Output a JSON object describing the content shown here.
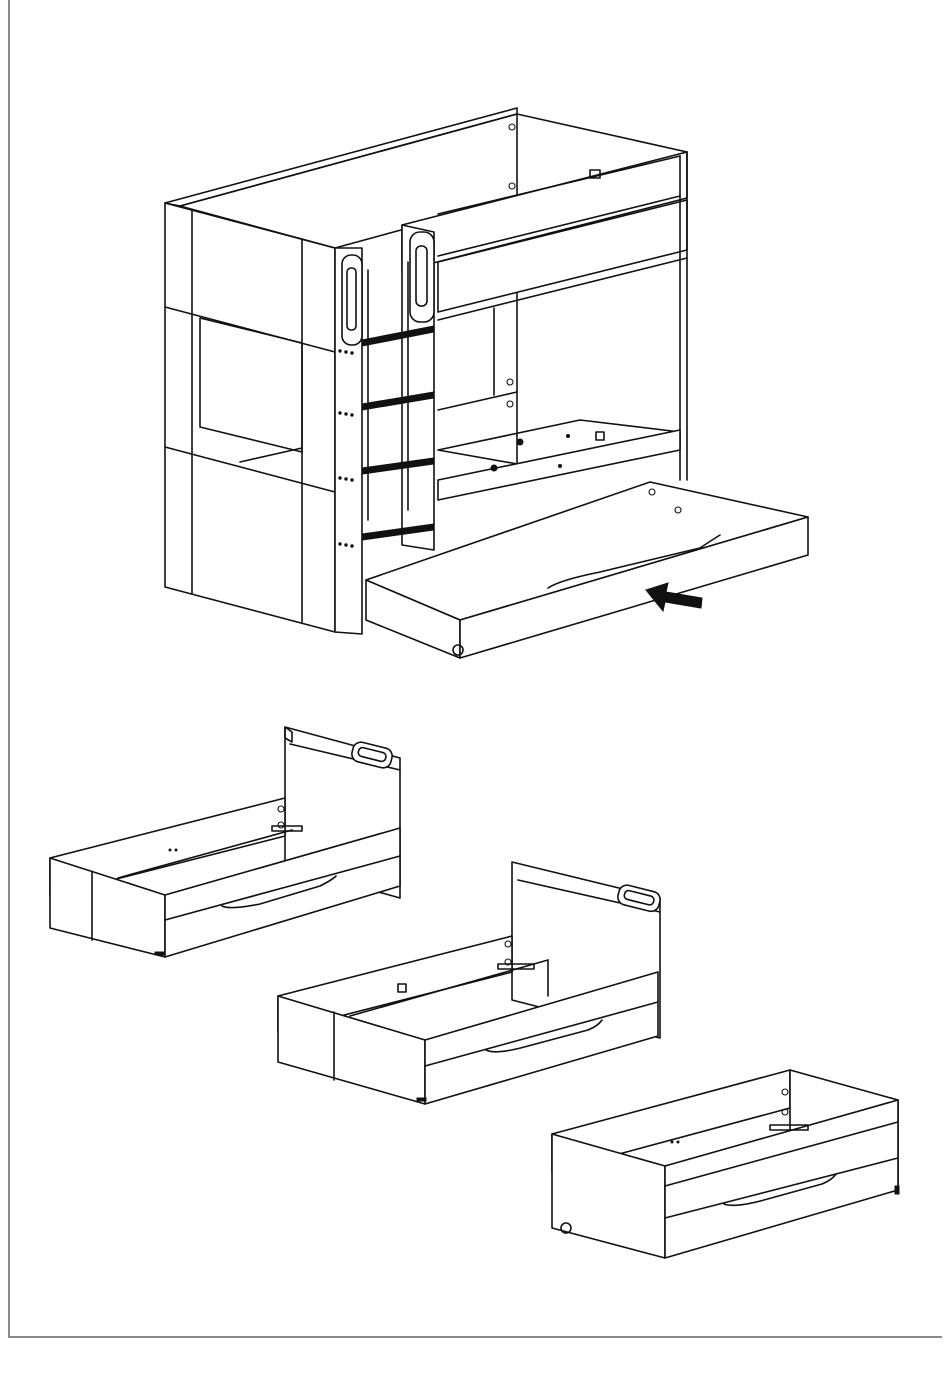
{
  "figure": {
    "panels": [
      "bunk-bed-with-trundle-drawer",
      "single-bed-with-headboard-a",
      "single-bed-with-headboard-b",
      "trundle-drawer-bed"
    ],
    "arrow": "push-drawer-arrow",
    "stroke_color": "#111111",
    "frame_color": "#8a8a8a",
    "background": "#ffffff"
  }
}
